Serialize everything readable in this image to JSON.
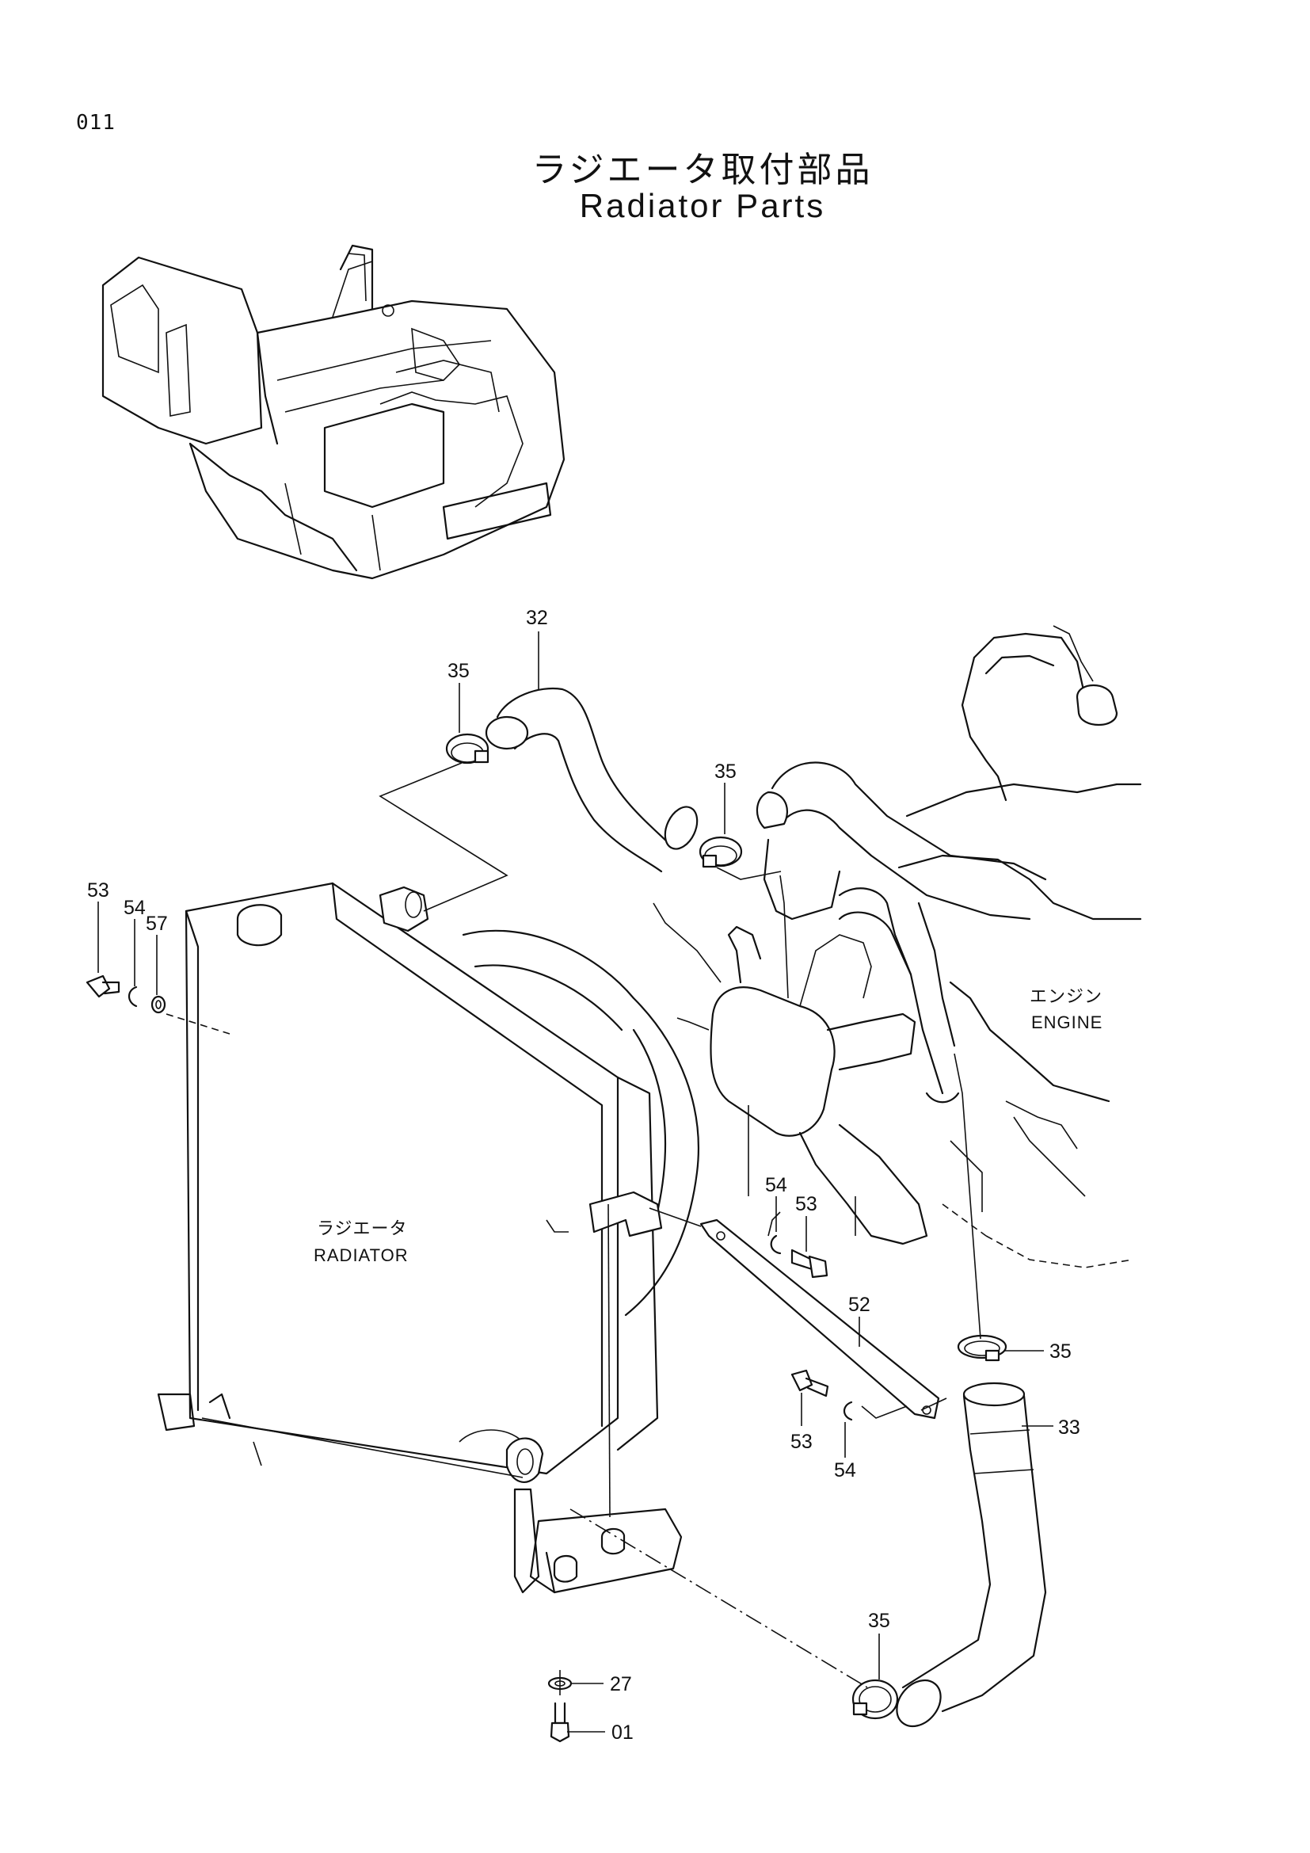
{
  "page_number": "011",
  "title_ja": "ラジエータ取付部品",
  "title_en": "Radiator Parts",
  "component_labels": {
    "engine_ja": "エンジン",
    "engine_en": "ENGINE",
    "radiator_ja": "ラジエータ",
    "radiator_en": "RADIATOR"
  },
  "callouts": {
    "c32": "32",
    "c35_top_left": "35",
    "c35_top_right": "35",
    "c53_left": "53",
    "c54_left": "54",
    "c57": "57",
    "c54_mid": "54",
    "c53_mid": "53",
    "c52": "52",
    "c35_right": "35",
    "c33": "33",
    "c53_bottom": "53",
    "c54_bottom": "54",
    "c35_bottom": "35",
    "c27": "27",
    "c01": "01"
  }
}
